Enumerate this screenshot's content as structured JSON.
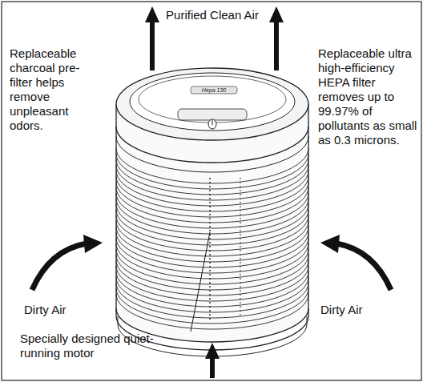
{
  "diagram": {
    "labels": [
      "Purified Clean Air",
      "Replaceable charcoal pre-filter helps remove unpleasant odors.",
      "Replaceable ultra high-efficiency HEPA filter removes up to 99.97% of pollutants as small as 0.3 microns.",
      "Hepa 130",
      "Dirty Air",
      "Dirty Air",
      "Specially designed quiet-running motor"
    ]
  }
}
